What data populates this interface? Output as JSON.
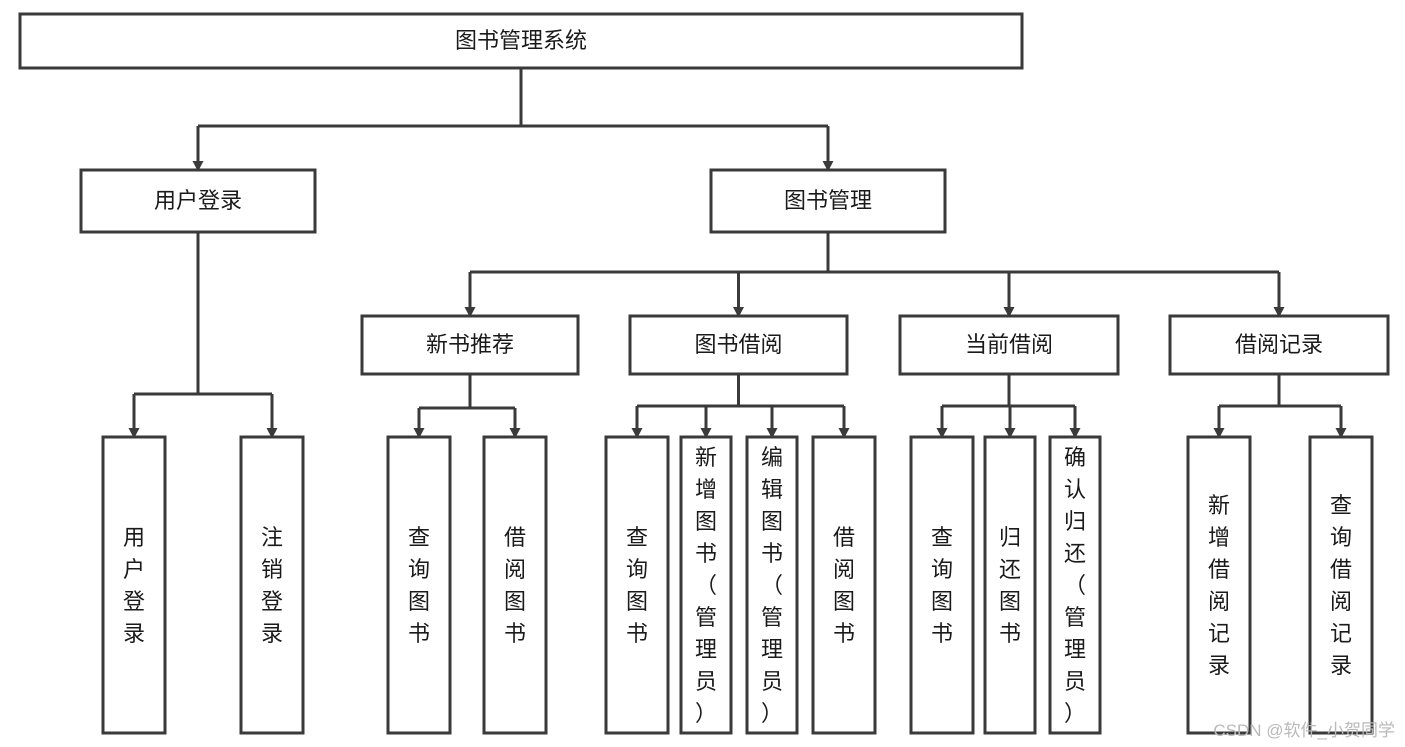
{
  "diagram": {
    "title": "图书管理系统",
    "type": "hierarchy-tree",
    "line_color": "#3a3a3a",
    "box_fill": "#ffffff",
    "text_color": "#1a1a1a",
    "levels": 4,
    "root": {
      "id": "root",
      "label": "图书管理系统"
    },
    "level2": [
      {
        "id": "l2-0",
        "label": "用户登录"
      },
      {
        "id": "l2-1",
        "label": "图书管理"
      }
    ],
    "level3": [
      {
        "id": "l3-0",
        "label": "新书推荐",
        "parent": "l2-1"
      },
      {
        "id": "l3-1",
        "label": "图书借阅",
        "parent": "l2-1"
      },
      {
        "id": "l3-2",
        "label": "当前借阅",
        "parent": "l2-1"
      },
      {
        "id": "l3-3",
        "label": "借阅记录",
        "parent": "l2-1"
      }
    ],
    "leaves": [
      {
        "id": "leaf-0",
        "label": "用户登录",
        "parent": "l2-0"
      },
      {
        "id": "leaf-1",
        "label": "注销登录",
        "parent": "l2-0"
      },
      {
        "id": "leaf-2",
        "label": "查询图书",
        "parent": "l3-0"
      },
      {
        "id": "leaf-3",
        "label": "借阅图书",
        "parent": "l3-0"
      },
      {
        "id": "leaf-4",
        "label": "查询图书",
        "parent": "l3-1"
      },
      {
        "id": "leaf-5",
        "label": "新增图书（管理员）",
        "parent": "l3-1"
      },
      {
        "id": "leaf-6",
        "label": "编辑图书（管理员）",
        "parent": "l3-1"
      },
      {
        "id": "leaf-7",
        "label": "借阅图书",
        "parent": "l3-1"
      },
      {
        "id": "leaf-8",
        "label": "查询图书",
        "parent": "l3-2"
      },
      {
        "id": "leaf-9",
        "label": "归还图书",
        "parent": "l3-2"
      },
      {
        "id": "leaf-10",
        "label": "确认归还（管理员）",
        "parent": "l3-2"
      },
      {
        "id": "leaf-11",
        "label": "新增借阅记录",
        "parent": "l3-3"
      },
      {
        "id": "leaf-12",
        "label": "查询借阅记录",
        "parent": "l3-3"
      }
    ]
  },
  "watermark": {
    "text": "CSDN @软件_小贺同学"
  }
}
